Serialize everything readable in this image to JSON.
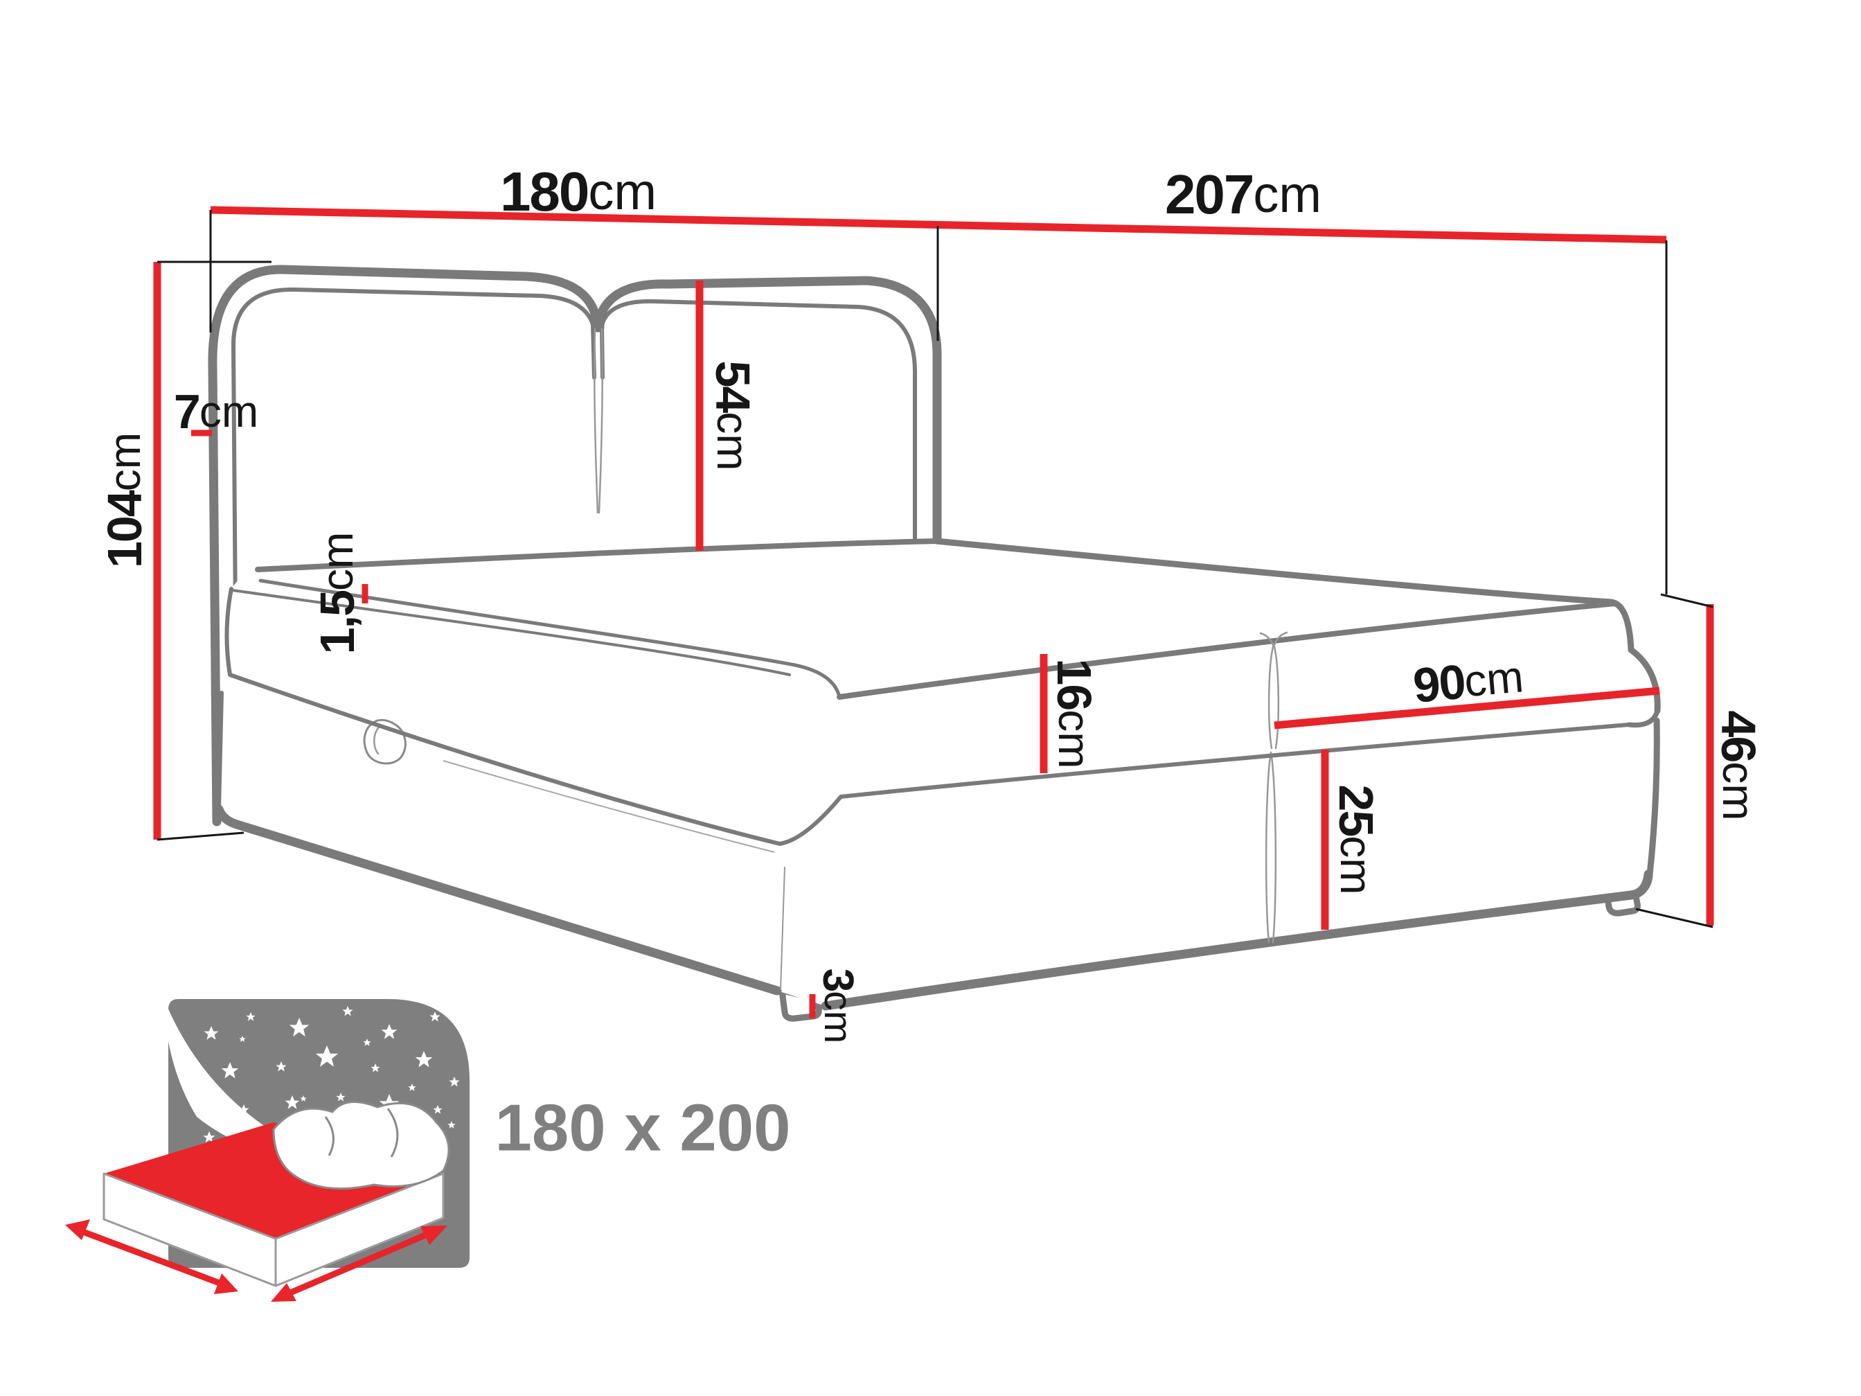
{
  "dims": {
    "d180": {
      "value": "180",
      "unit": "cm"
    },
    "d207": {
      "value": "207",
      "unit": "cm"
    },
    "d104": {
      "value": "104",
      "unit": "cm"
    },
    "d7": {
      "value": "7",
      "unit": "cm"
    },
    "d54": {
      "value": "54",
      "unit": "cm"
    },
    "d15": {
      "value": "1,5",
      "unit": "cm"
    },
    "d16": {
      "value": "16",
      "unit": "cm"
    },
    "d90": {
      "value": "90",
      "unit": "cm"
    },
    "d25": {
      "value": "25",
      "unit": "cm"
    },
    "d46": {
      "value": "46",
      "unit": "cm"
    },
    "d3": {
      "value": "3",
      "unit": "cm"
    }
  },
  "badge": {
    "size_label": "180 x 200"
  },
  "colors": {
    "dimension_red": "#e7242a",
    "line_gray": "#7a7a7a",
    "text_black": "#161616",
    "badge_gray": "#808080"
  }
}
